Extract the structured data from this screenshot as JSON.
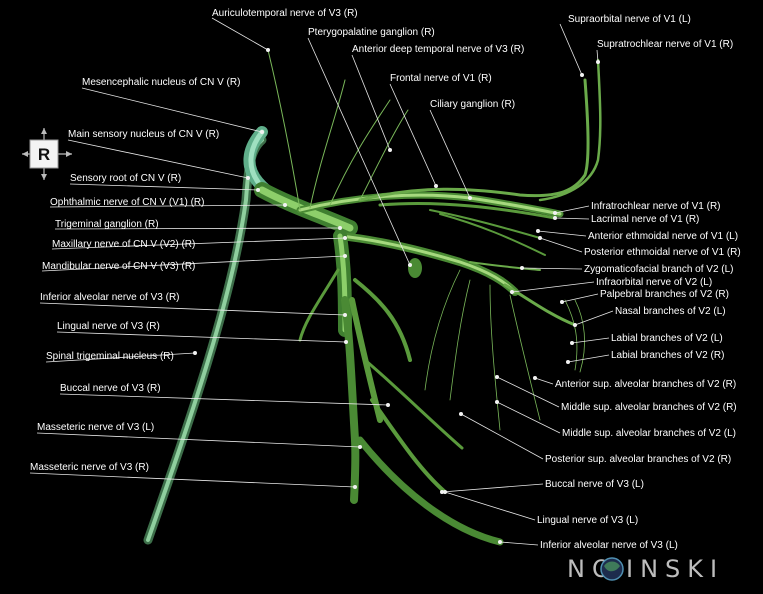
{
  "orientation": {
    "label": "R"
  },
  "brand": {
    "left": "NO",
    "right": "INSKI"
  },
  "colors": {
    "nerve_light": "#9ecf7a",
    "nerve_mid": "#5fa144",
    "nerve_dark": "#3d7a2c",
    "ganglion": "#6cbf8e",
    "label": "#ffffff"
  },
  "labels": [
    "Auriculotemporal nerve of V3 (R)",
    "Pterygopalatine ganglion (R)",
    "Anterior deep temporal nerve of V3 (R)",
    "Supraorbital nerve of V1 (L)",
    "Supratrochlear nerve of V1 (R)",
    "Frontal nerve of V1 (R)",
    "Mesencephalic nucleus of CN V (R)",
    "Ciliary ganglion (R)",
    "Main sensory nucleus of CN V (R)",
    "Sensory root of CN V (R)",
    "Ophthalmic nerve of CN V (V1) (R)",
    "Trigeminal ganglion (R)",
    "Maxillary nerve of CN V (V2) (R)",
    "Mandibular nerve of CN V (V3) (R)",
    "Inferior alveolar nerve of V3 (R)",
    "Lingual nerve of V3 (R)",
    "Spinal trigeminal nucleus (R)",
    "Buccal nerve of V3 (R)",
    "Masseteric nerve of V3 (L)",
    "Masseteric nerve of V3 (R)",
    "Infratrochlear nerve of V1 (R)",
    "Lacrimal nerve of V1 (R)",
    "Anterior ethmoidal nerve of V1 (L)",
    "Posterior ethmoidal nerve of V1 (R)",
    "Zygomaticofacial branch of V2 (L)",
    "Infraorbital nerve of V2 (L)",
    "Palpebral branches of V2 (R)",
    "Nasal branches of V2 (L)",
    "Labial branches of V2 (L)",
    "Labial branches of V2 (R)",
    "Anterior sup. alveolar branches of V2 (R)",
    "Middle sup. alveolar branches of V2 (R)",
    "Middle sup. alveolar branches of V2 (L)",
    "Posterior sup. alveolar branches of V2 (R)",
    "Buccal nerve of V3 (L)",
    "Lingual nerve of V3 (L)",
    "Inferior alveolar nerve of V3 (L)"
  ]
}
